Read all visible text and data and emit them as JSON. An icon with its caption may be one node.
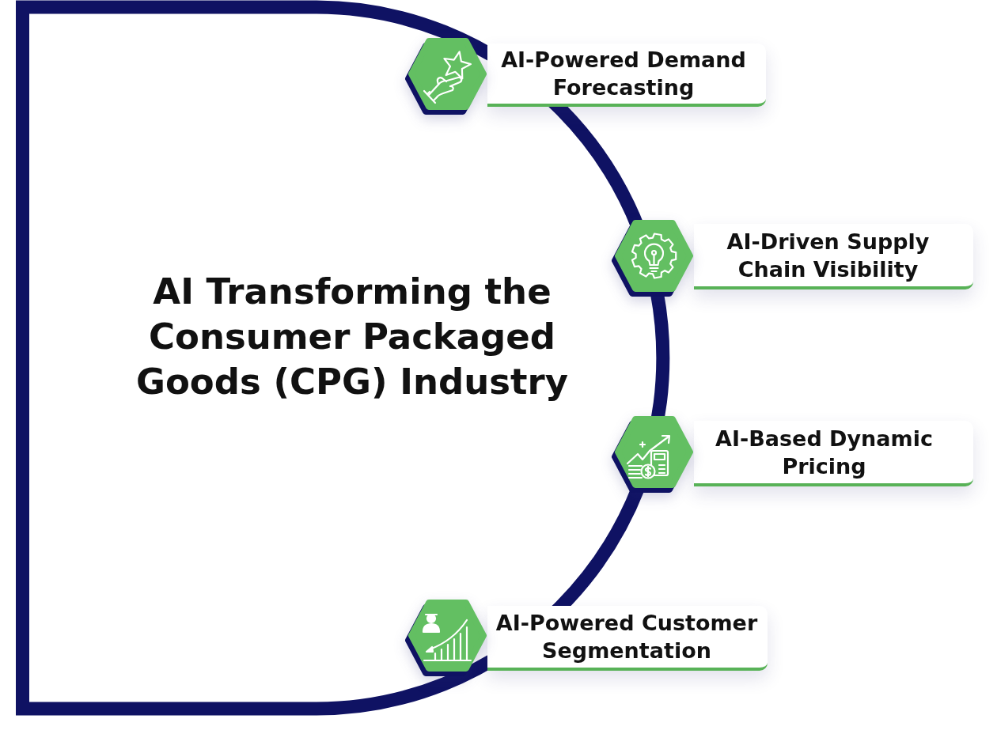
{
  "diagram": {
    "nodes": [
      {
        "text": [
          "AI Transforming the Consumer Packaged Goods (CPG) Industry"
        ]
      },
      {
        "text": [
          "AI-Powered Demand Forecasting"
        ]
      },
      {
        "text": [
          "AI-Driven Supply Chain Visibility"
        ]
      },
      {
        "text": [
          "AI-Based Dynamic Pricing"
        ]
      },
      {
        "text": [
          "AI-Powered Customer Segmentation"
        ]
      }
    ]
  }
}
